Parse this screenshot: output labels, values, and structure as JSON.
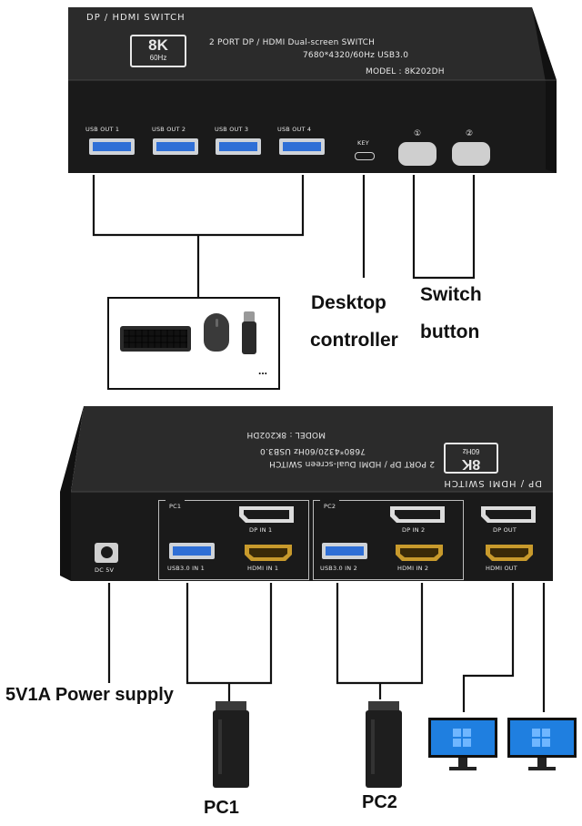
{
  "front_panel": {
    "brand_label": "DP / HDMI SWITCH",
    "badge_main": "8K",
    "badge_sub": "60Hz",
    "title_line": "2 PORT DP / HDMI Dual-screen SWITCH",
    "spec_line": "7680*4320/60Hz  USB3.0",
    "model_line": "MODEL : 8K202DH",
    "usb_ports": [
      "USB OUT 1",
      "USB OUT 2",
      "USB OUT 3",
      "USB OUT 4"
    ],
    "key_label": "KEY",
    "button_1": "①",
    "button_2": "②"
  },
  "peripherals": {
    "more": "..."
  },
  "annotations": {
    "desktop_controller_line1": "Desktop",
    "desktop_controller_line2": "controller",
    "switch_button_line1": "Switch",
    "switch_button_line2": "button",
    "power_supply": "5V1A Power supply",
    "pc1": "PC1",
    "pc2": "PC2"
  },
  "back_panel": {
    "dc_label": "DC 5V",
    "group1_label": "PC1",
    "group2_label": "PC2",
    "dp_in_1": "DP IN 1",
    "usb_in_1": "USB3.0 IN 1",
    "hdmi_in_1": "HDMI IN 1",
    "dp_in_2": "DP IN 2",
    "usb_in_2": "USB3.0 IN 2",
    "hdmi_in_2": "HDMI IN 2",
    "dp_out": "DP OUT",
    "hdmi_out": "HDMI OUT"
  },
  "colors": {
    "device": "#1c1c1c",
    "usb_blue": "#2f6fd6",
    "hdmi_gold": "#c89a2c",
    "screen_blue": "#1f7fe0"
  }
}
